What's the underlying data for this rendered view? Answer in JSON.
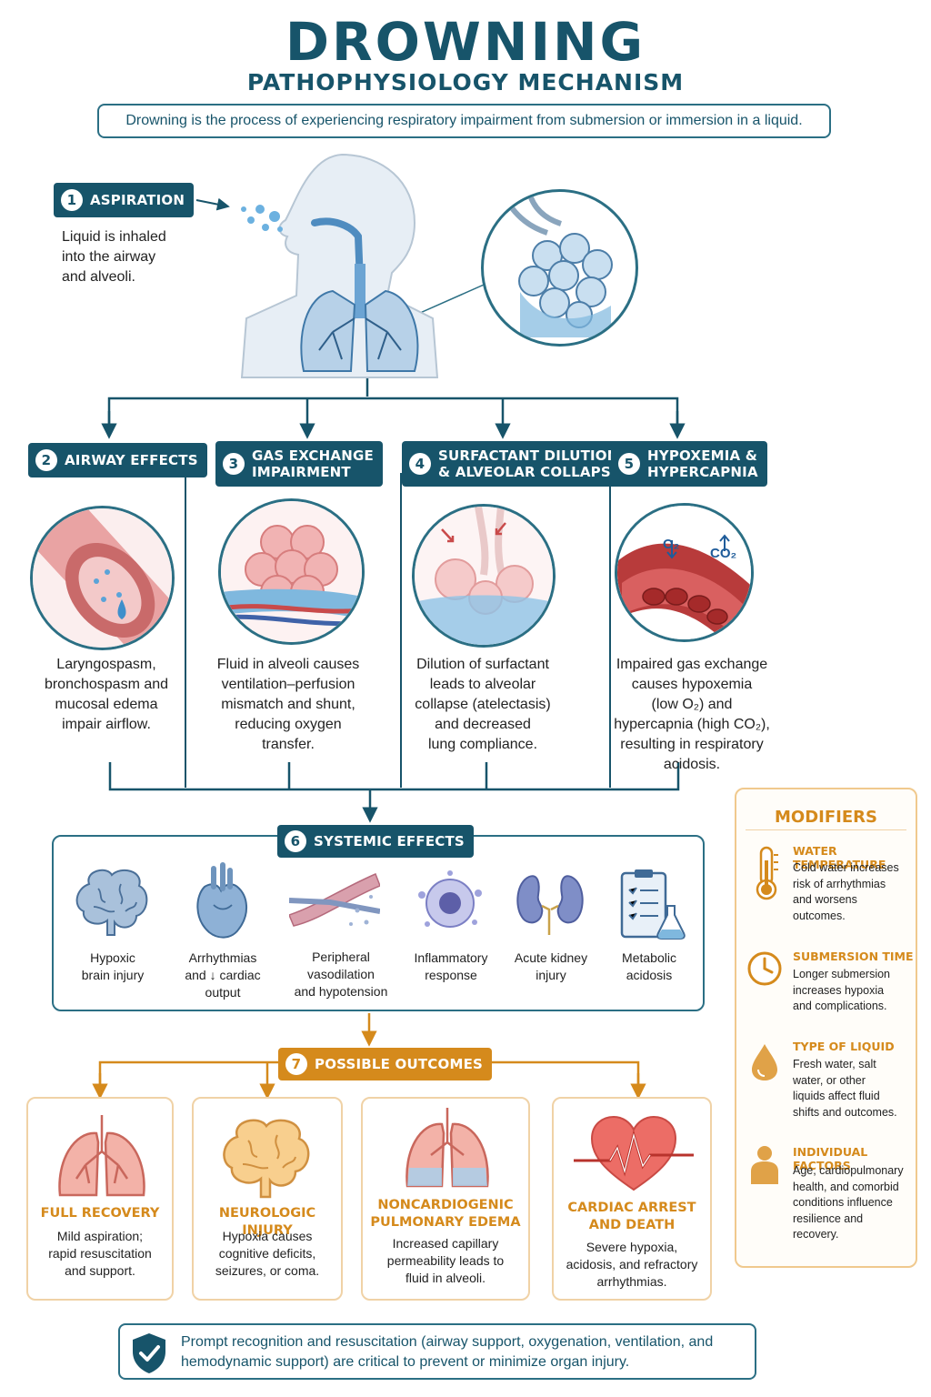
{
  "header": {
    "title": "DROWNING",
    "subtitle": "PATHOPHYSIOLOGY MECHANISM",
    "definition": "Drowning is the process of experiencing respiratory impairment from submersion or immersion in a liquid."
  },
  "step1": {
    "num": "1",
    "label": "ASPIRATION",
    "desc_lines": [
      "Liquid is inhaled",
      "into the airway",
      "and alveoli."
    ]
  },
  "steps": [
    {
      "num": "2",
      "label_lines": [
        "AIRWAY EFFECTS"
      ],
      "desc_lines": [
        "Laryngospasm,",
        "bronchospasm and",
        "mucosal edema",
        "impair airflow."
      ]
    },
    {
      "num": "3",
      "label_lines": [
        "GAS EXCHANGE",
        "IMPAIRMENT"
      ],
      "desc_lines": [
        "Fluid in alveoli causes",
        "ventilation–perfusion",
        "mismatch and shunt,",
        "reducing oxygen",
        "transfer."
      ]
    },
    {
      "num": "4",
      "label_lines": [
        "SURFACTANT DILUTION",
        "& ALVEOLAR COLLAPSE"
      ],
      "desc_lines": [
        "Dilution of surfactant",
        "leads to alveolar",
        "collapse (atelectasis)",
        "and decreased",
        "lung compliance."
      ]
    },
    {
      "num": "5",
      "label_lines": [
        "HYPOXEMIA &",
        "HYPERCAPNIA"
      ],
      "desc_lines": [
        "Impaired gas exchange",
        "causes hypoxemia",
        "(low O₂) and",
        "hypercapnia (high CO₂),",
        "resulting in respiratory",
        "acidosis."
      ]
    }
  ],
  "gas_labels": {
    "o2": "O₂",
    "co2": "CO₂"
  },
  "systemic": {
    "num": "6",
    "label": "SYSTEMIC EFFECTS",
    "items": [
      {
        "lines": [
          "Hypoxic",
          "brain injury"
        ]
      },
      {
        "lines": [
          "Arrhythmias",
          "and ↓ cardiac",
          "output"
        ]
      },
      {
        "lines": [
          "Peripheral",
          "vasodilation",
          "and hypotension"
        ]
      },
      {
        "lines": [
          "Inflammatory",
          "response"
        ]
      },
      {
        "lines": [
          "Acute kidney",
          "injury"
        ]
      },
      {
        "lines": [
          "Metabolic",
          "acidosis"
        ]
      }
    ]
  },
  "outcomes": {
    "num": "7",
    "label": "POSSIBLE OUTCOMES",
    "items": [
      {
        "title_lines": [
          "FULL RECOVERY"
        ],
        "desc_lines": [
          "Mild aspiration;",
          "rapid resuscitation",
          "and support."
        ]
      },
      {
        "title_lines": [
          "NEUROLOGIC INJURY"
        ],
        "desc_lines": [
          "Hypoxia causes",
          "cognitive deficits,",
          "seizures, or coma."
        ]
      },
      {
        "title_lines": [
          "NONCARDIOGENIC",
          "PULMONARY EDEMA"
        ],
        "desc_lines": [
          "Increased capillary",
          "permeability leads to",
          "fluid in alveoli."
        ]
      },
      {
        "title_lines": [
          "CARDIAC ARREST",
          "AND DEATH"
        ],
        "desc_lines": [
          "Severe hypoxia,",
          "acidosis, and refractory",
          "arrhythmias."
        ]
      }
    ]
  },
  "modifiers": {
    "title": "MODIFIERS",
    "items": [
      {
        "heading": "WATER TEMPERATURE",
        "desc_lines": [
          "Cold water increases",
          "risk of arrhythmias",
          "and worsens",
          "outcomes."
        ],
        "icon": "thermometer-icon"
      },
      {
        "heading": "SUBMERSION TIME",
        "desc_lines": [
          "Longer submersion",
          "increases hypoxia",
          "and complications."
        ],
        "icon": "clock-icon"
      },
      {
        "heading": "TYPE OF LIQUID",
        "desc_lines": [
          "Fresh water, salt",
          "water, or other",
          "liquids affect fluid",
          "shifts and outcomes."
        ],
        "icon": "droplet-icon"
      },
      {
        "heading": "INDIVIDUAL FACTORS",
        "desc_lines": [
          "Age, cardiopulmonary",
          "health, and comorbid",
          "conditions influence",
          "resilience and",
          "recovery."
        ],
        "icon": "person-icon"
      }
    ]
  },
  "footer": {
    "lines": [
      "Prompt recognition and resuscitation (airway support, oxygenation, ventilation, and",
      "hemodynamic support) are critical to prevent or minimize organ injury."
    ],
    "icon": "shield-check-icon"
  },
  "colors": {
    "teal": "#17546a",
    "orange": "#d58a1c",
    "water": "#7fb8de",
    "tissue": "#e9a3a3"
  }
}
